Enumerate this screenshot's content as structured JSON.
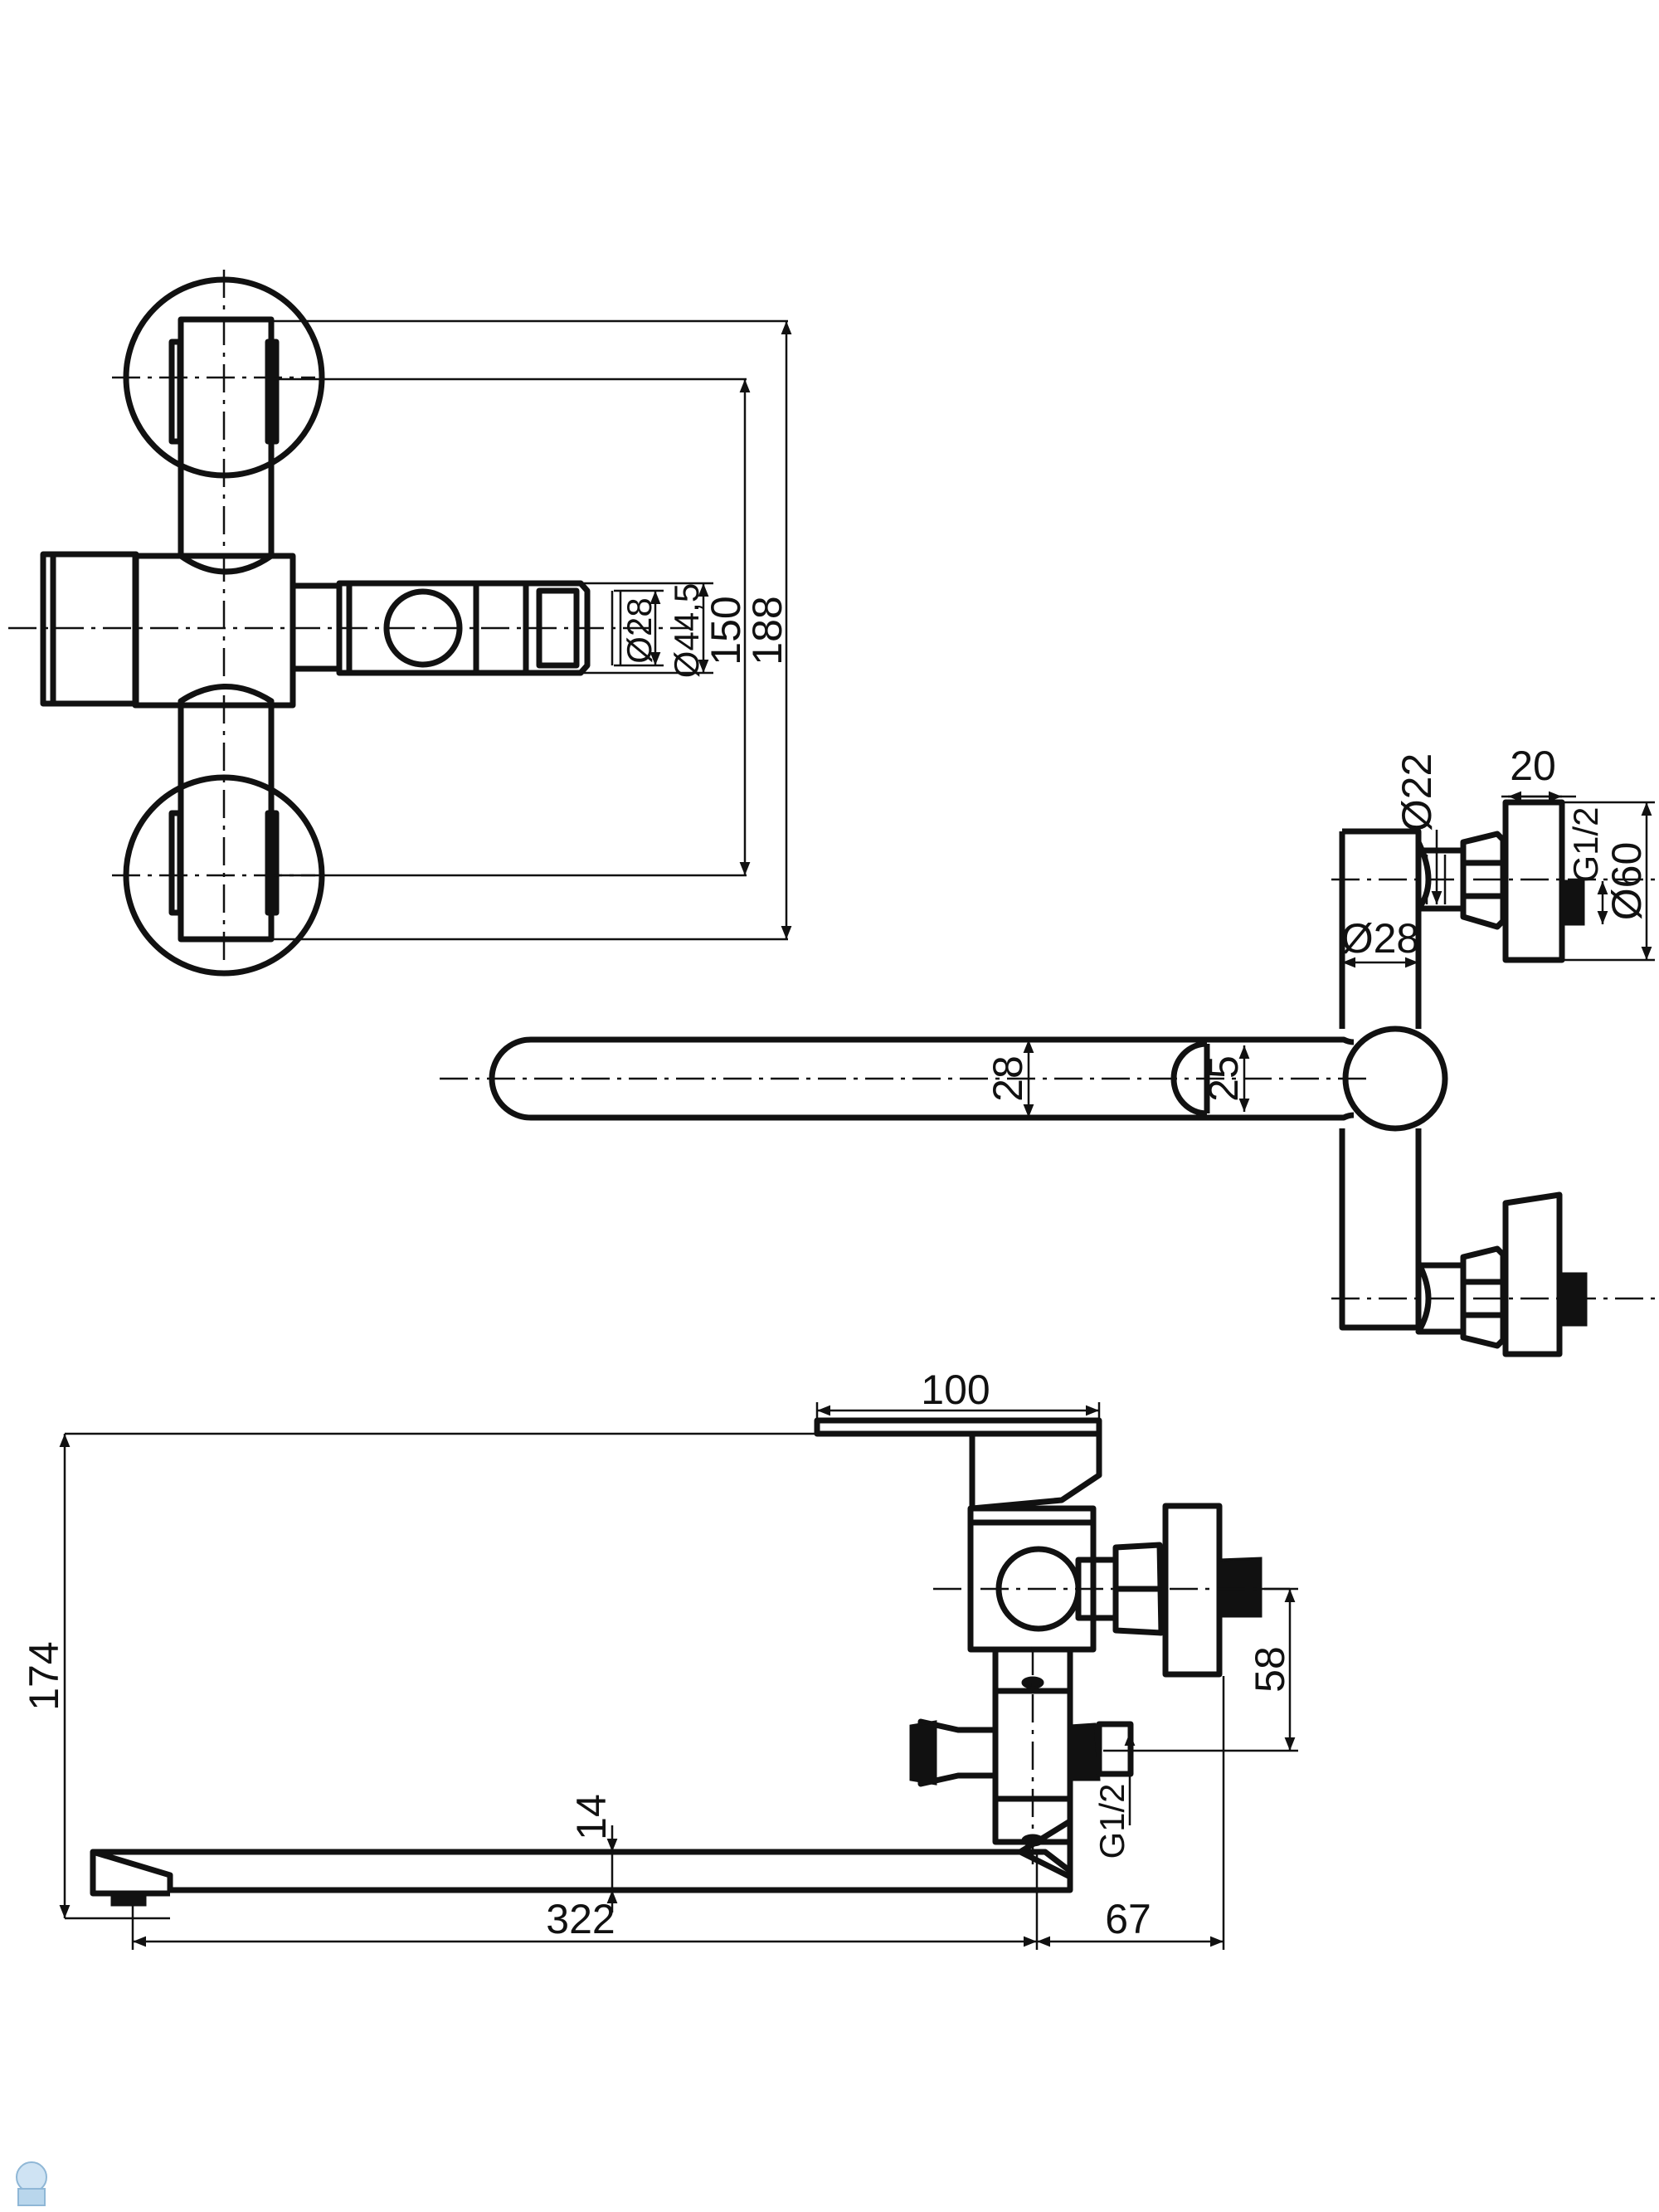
{
  "top_view": {
    "dim_d28": "Ø28",
    "dim_d44_5": "Ø44,5",
    "dim_150": "150",
    "dim_188": "188"
  },
  "side_view": {
    "dim_d22": "Ø22",
    "dim_20": "20",
    "dim_g12": "G1/2",
    "dim_d60": "Ø60",
    "dim_d28": "Ø28",
    "dim_28": "28",
    "dim_25": "25"
  },
  "front_view": {
    "dim_100": "100",
    "dim_174": "174",
    "dim_58": "58",
    "dim_14": "14",
    "dim_g12": "G1/2",
    "dim_322": "322",
    "dim_67": "67"
  },
  "colors": {
    "line": "#111111",
    "background": "#ffffff"
  }
}
